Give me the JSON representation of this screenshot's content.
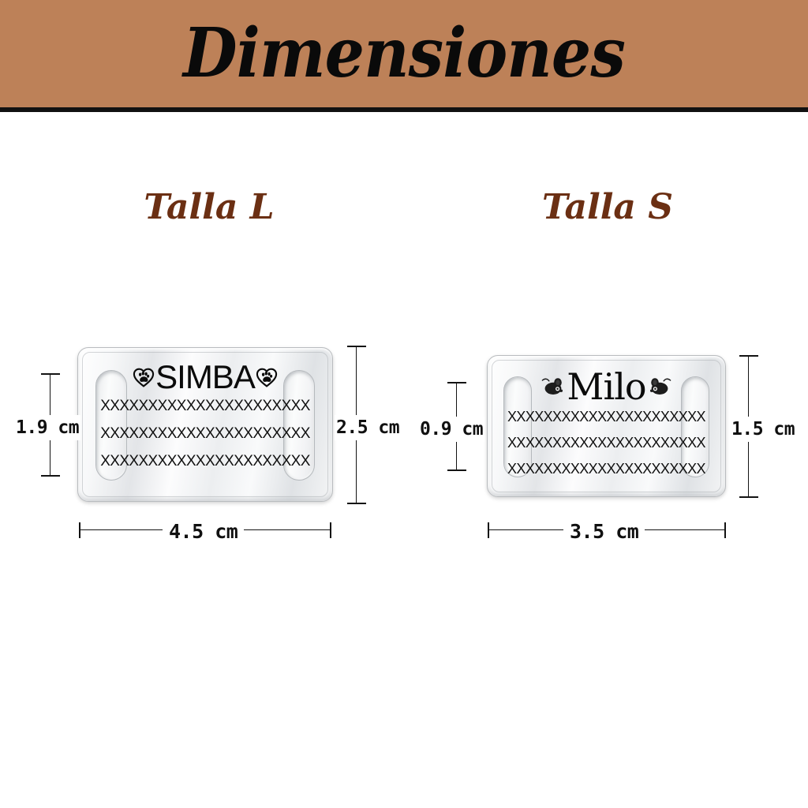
{
  "header": {
    "title": "Dimensiones",
    "band_color": "#bd8158",
    "rule_color": "#111111"
  },
  "sizes": [
    {
      "label": "Talla L",
      "label_color": "#6b2f13",
      "tag": {
        "pet_name": "SIMBA",
        "icon_left": "heart-paw-icon",
        "icon_right": "heart-paw-icon",
        "engraving_lines": [
          "XXXXXXXXXXXXXXXXXXXXXX",
          "XXXXXXXXXXXXXXXXXXXXXX",
          "XXXXXXXXXXXXXXXXXXXXXX"
        ]
      },
      "dimensions": {
        "inner_height": "1.9 cm",
        "outer_height": "2.5 cm",
        "width": "4.5 cm"
      }
    },
    {
      "label": "Talla S",
      "label_color": "#6b2f13",
      "tag": {
        "pet_name": "Milo",
        "icon_left": "mouse-icon",
        "icon_right": "mouse-icon",
        "engraving_lines": [
          "XXXXXXXXXXXXXXXXXXXXXX",
          "XXXXXXXXXXXXXXXXXXXXXX",
          "XXXXXXXXXXXXXXXXXXXXXX"
        ]
      },
      "dimensions": {
        "inner_height": "0.9 cm",
        "outer_height": "1.5 cm",
        "width": "3.5 cm"
      }
    }
  ]
}
